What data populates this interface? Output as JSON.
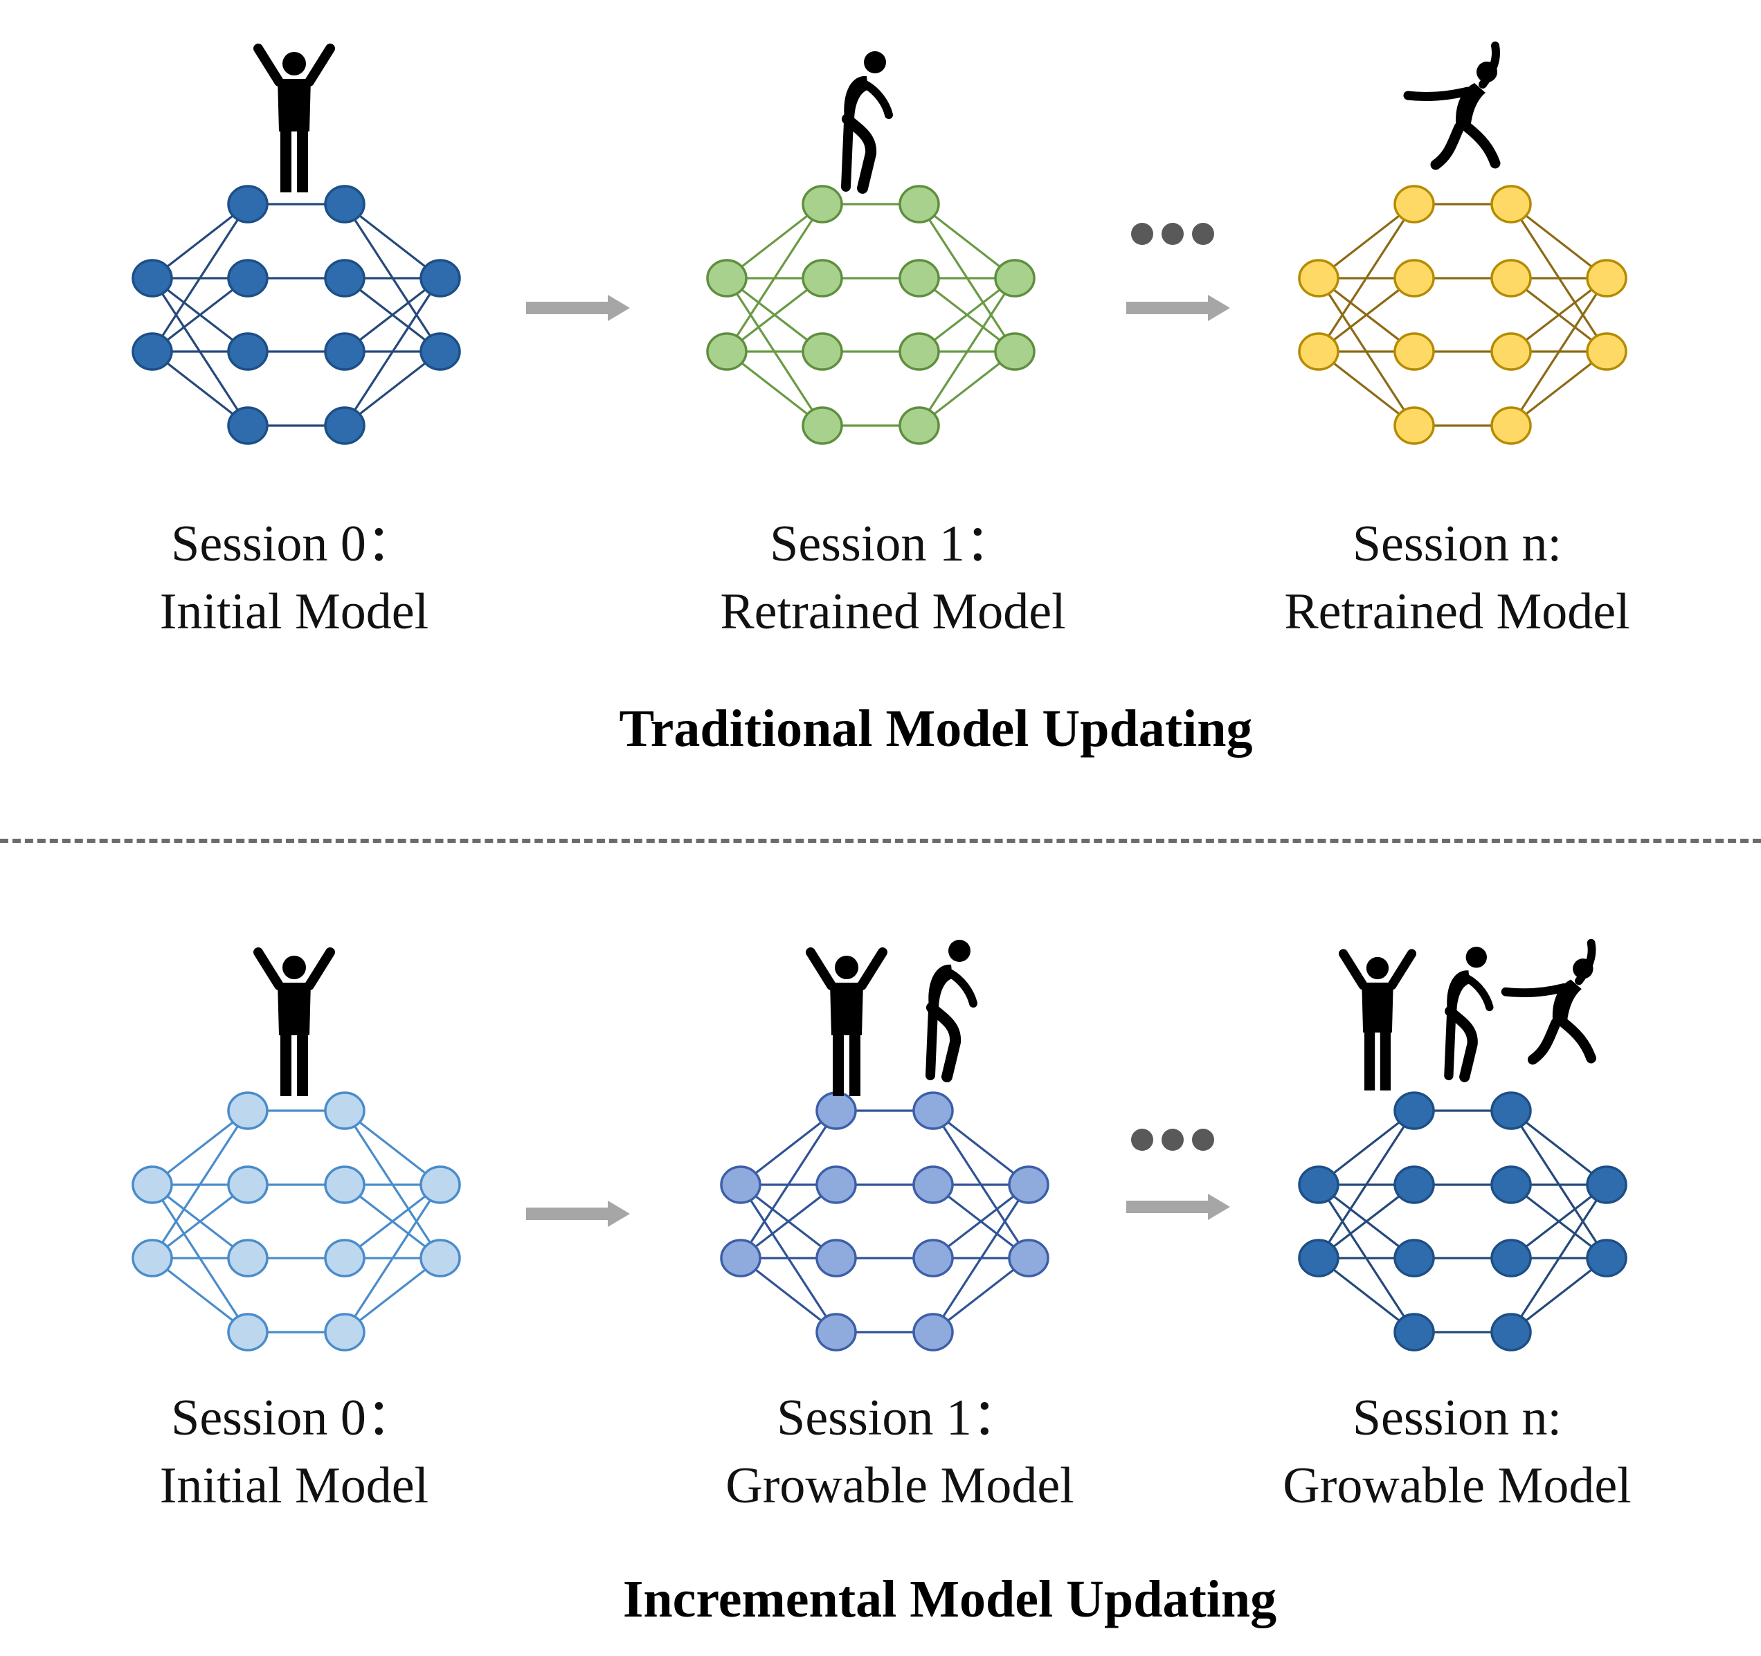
{
  "panels": [
    {
      "title": "Traditional Model Updating",
      "sessions": [
        {
          "line1": "Session 0：",
          "line2": "Initial Model",
          "fill": "#2e6cad",
          "stroke": "#1d4f86",
          "edge": "#25497a",
          "figures": [
            "arms-up-person-icon"
          ]
        },
        {
          "line1": "Session 1：",
          "line2": "Retrained Model",
          "fill": "#a9d18e",
          "stroke": "#5f8f3e",
          "edge": "#6a9a45",
          "figures": [
            "bending-person-icon"
          ]
        },
        {
          "line1": "Session n:",
          "line2": "Retrained Model",
          "fill": "#ffd966",
          "stroke": "#b58b00",
          "edge": "#8c6a14",
          "figures": [
            "dancing-person-icon"
          ]
        }
      ],
      "ellipsis": "●●●"
    },
    {
      "title": "Incremental Model Updating",
      "sessions": [
        {
          "line1": "Session 0：",
          "line2": "Initial Model",
          "fill": "#bdd7ee",
          "stroke": "#4a8ccb",
          "edge": "#4a8ccb",
          "figures": [
            "arms-up-person-icon"
          ]
        },
        {
          "line1": "Session 1：",
          "line2": "Growable Model",
          "fill": "#8faadc",
          "stroke": "#3d5fa8",
          "edge": "#2f5396",
          "figures": [
            "arms-up-person-icon",
            "bending-person-icon"
          ]
        },
        {
          "line1": "Session n:",
          "line2": "Growable Model",
          "fill": "#2e6cad",
          "stroke": "#1d4f86",
          "edge": "#25497a",
          "figures": [
            "arms-up-person-icon",
            "bending-person-icon",
            "dancing-person-icon"
          ]
        }
      ],
      "ellipsis": "●●●"
    }
  ],
  "colors": {
    "arrow": "#a6a6a6",
    "divider": "#6b6b6b",
    "dots": "#595959",
    "figure": "#000000"
  }
}
